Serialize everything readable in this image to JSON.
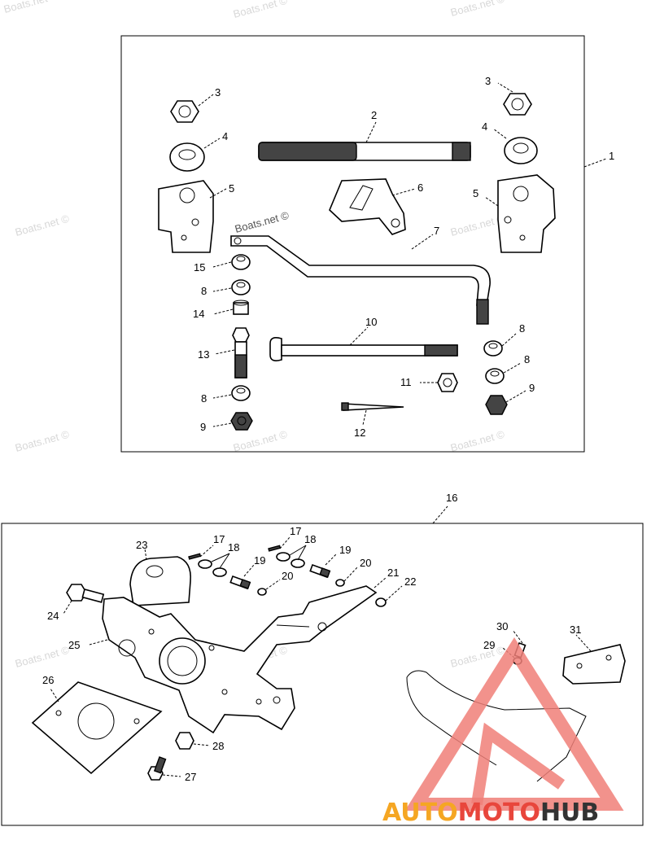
{
  "watermark": "Boats.net ©",
  "callouts": {
    "c1": "1",
    "c2": "2",
    "c3a": "3",
    "c3b": "3",
    "c4a": "4",
    "c4b": "4",
    "c5a": "5",
    "c5b": "5",
    "c6": "6",
    "c7": "7",
    "c8a": "8",
    "c8b": "8",
    "c8c": "8",
    "c8d": "8",
    "c9a": "9",
    "c9b": "9",
    "c10": "10",
    "c11": "11",
    "c12": "12",
    "c13": "13",
    "c14": "14",
    "c15": "15",
    "c16": "16",
    "c17a": "17",
    "c17b": "17",
    "c18a": "18",
    "c18b": "18",
    "c19a": "19",
    "c19b": "19",
    "c20a": "20",
    "c20b": "20",
    "c21": "21",
    "c22": "22",
    "c23": "23",
    "c24": "24",
    "c25": "25",
    "c26": "26",
    "c27": "27",
    "c28": "28",
    "c29": "29",
    "c30": "30",
    "c31": "31"
  },
  "brand": {
    "part1": "AUTO",
    "part2": "MOTO",
    "part3": "HUB",
    "colors": {
      "auto": "#f5a623",
      "moto": "#e8463c",
      "hub": "#333333"
    }
  }
}
